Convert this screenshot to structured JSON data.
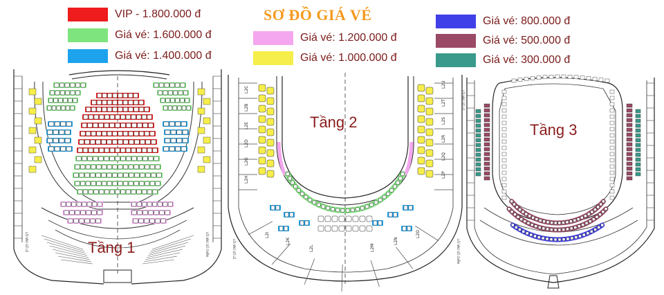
{
  "title": "SƠ ĐỒ GIÁ VÉ",
  "legend": [
    {
      "label": "VIP - 1.800.000 đ",
      "color": "#ee1c1c"
    },
    {
      "label": "Giá vé: 1.600.000 đ",
      "color": "#7ee57e"
    },
    {
      "label": "Giá vé: 1.400.000 đ",
      "color": "#1ca3ec"
    },
    {
      "label": "Giá vé: 1.200.000 đ",
      "color": "#f4a6ee"
    },
    {
      "label": "Giá vé: 1.000.000 đ",
      "color": "#f6ee4a"
    },
    {
      "label": "Giá vé: 800.000 đ",
      "color": "#4040e8"
    },
    {
      "label": "Giá vé: 500.000 đ",
      "color": "#9a4a66"
    },
    {
      "label": "Giá vé: 300.000 đ",
      "color": "#3a9a8c"
    }
  ],
  "floors": {
    "floor1": "Tầng 1",
    "floor2": "Tầng 2",
    "floor3": "Tầng 3"
  },
  "boxes_floor2_left": [
    "L2C",
    "L2B",
    "L2E",
    "L2D",
    "L2G",
    "L2H"
  ],
  "boxes_floor2_right": [
    "L2U",
    "L2T",
    "L2S",
    "L2R",
    "L2Q",
    "L2P"
  ],
  "boxes_floor2_bottom": [
    "L2I",
    "L2K",
    "L2L",
    "L2M",
    "L2N",
    "L2O"
  ]
}
